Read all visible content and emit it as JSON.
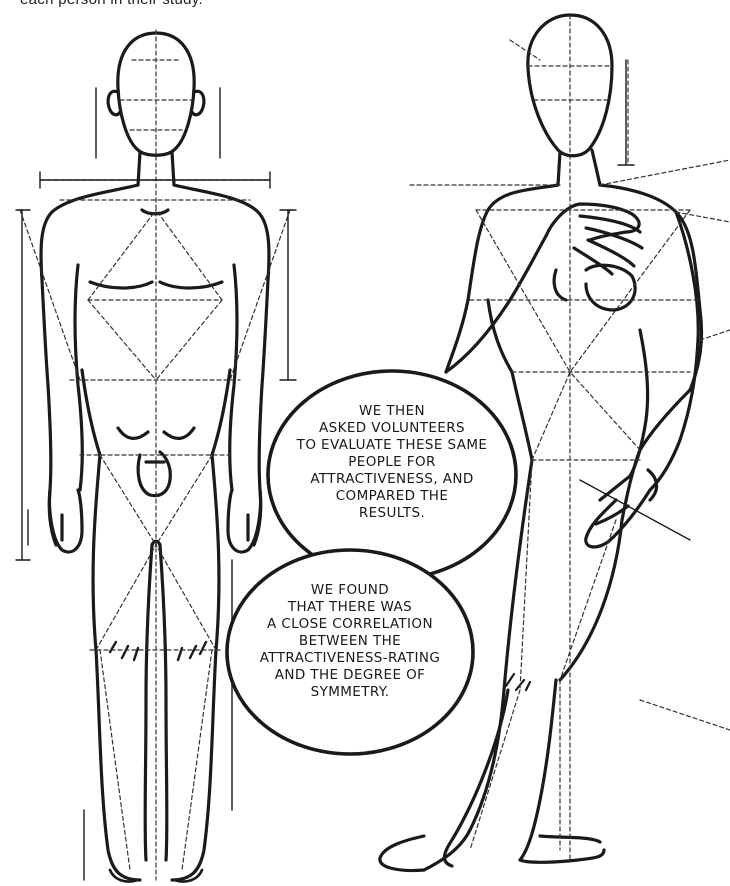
{
  "caption": {
    "top_fragment": "each person in their study."
  },
  "bubble_one": {
    "lines": [
      "We then",
      "asked volunteers",
      "to evaluate these same",
      "people for",
      "attractiveness, and",
      "compared the",
      "results."
    ]
  },
  "bubble_two": {
    "lines": [
      "We found",
      "that there was",
      "a close correlation",
      "between the",
      "attractiveness-rating",
      "and the degree of",
      "symmetry."
    ]
  },
  "colors": {
    "ink": "#1a1a1a",
    "paper": "#ffffff",
    "guide": "#333333"
  }
}
